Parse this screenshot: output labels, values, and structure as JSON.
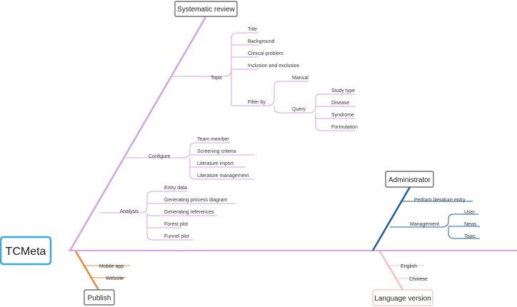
{
  "root": {
    "label": "TCMeta",
    "color": "#3aa8d8"
  },
  "systematic_review": {
    "label": "Systematic review",
    "color": "#d6a2e8",
    "topic": {
      "label": "Topic",
      "items": [
        "Title",
        "Background",
        "Clinical problem",
        "Inclusion and exclusion"
      ],
      "filter_by": {
        "label": "Filter by",
        "manual": "Manual",
        "query": {
          "label": "Query",
          "items": [
            "Study type",
            "Disease",
            "Syndrome",
            "Formulation"
          ]
        }
      }
    },
    "configure": {
      "label": "Configure",
      "items": [
        "Team member",
        "Screening criteria",
        "Literature import",
        "Literature management"
      ]
    },
    "analysis": {
      "label": "Analysis",
      "items": [
        "Entry data",
        "Generating process diagram",
        "Generating references",
        "Forest plot",
        "Funnel plot"
      ]
    }
  },
  "administrator": {
    "label": "Administrator",
    "color": "#1a5fa8",
    "perform": "Perform literature entry",
    "management": {
      "label": "Management",
      "items": [
        "User",
        "News",
        "Topic"
      ]
    }
  },
  "publish": {
    "label": "Publish",
    "color": "#e8883a",
    "items": [
      "Mobile app",
      "Website"
    ]
  },
  "language": {
    "label": "Language version",
    "color": "#f4c0c0",
    "items": [
      "English",
      "Chinese"
    ]
  }
}
